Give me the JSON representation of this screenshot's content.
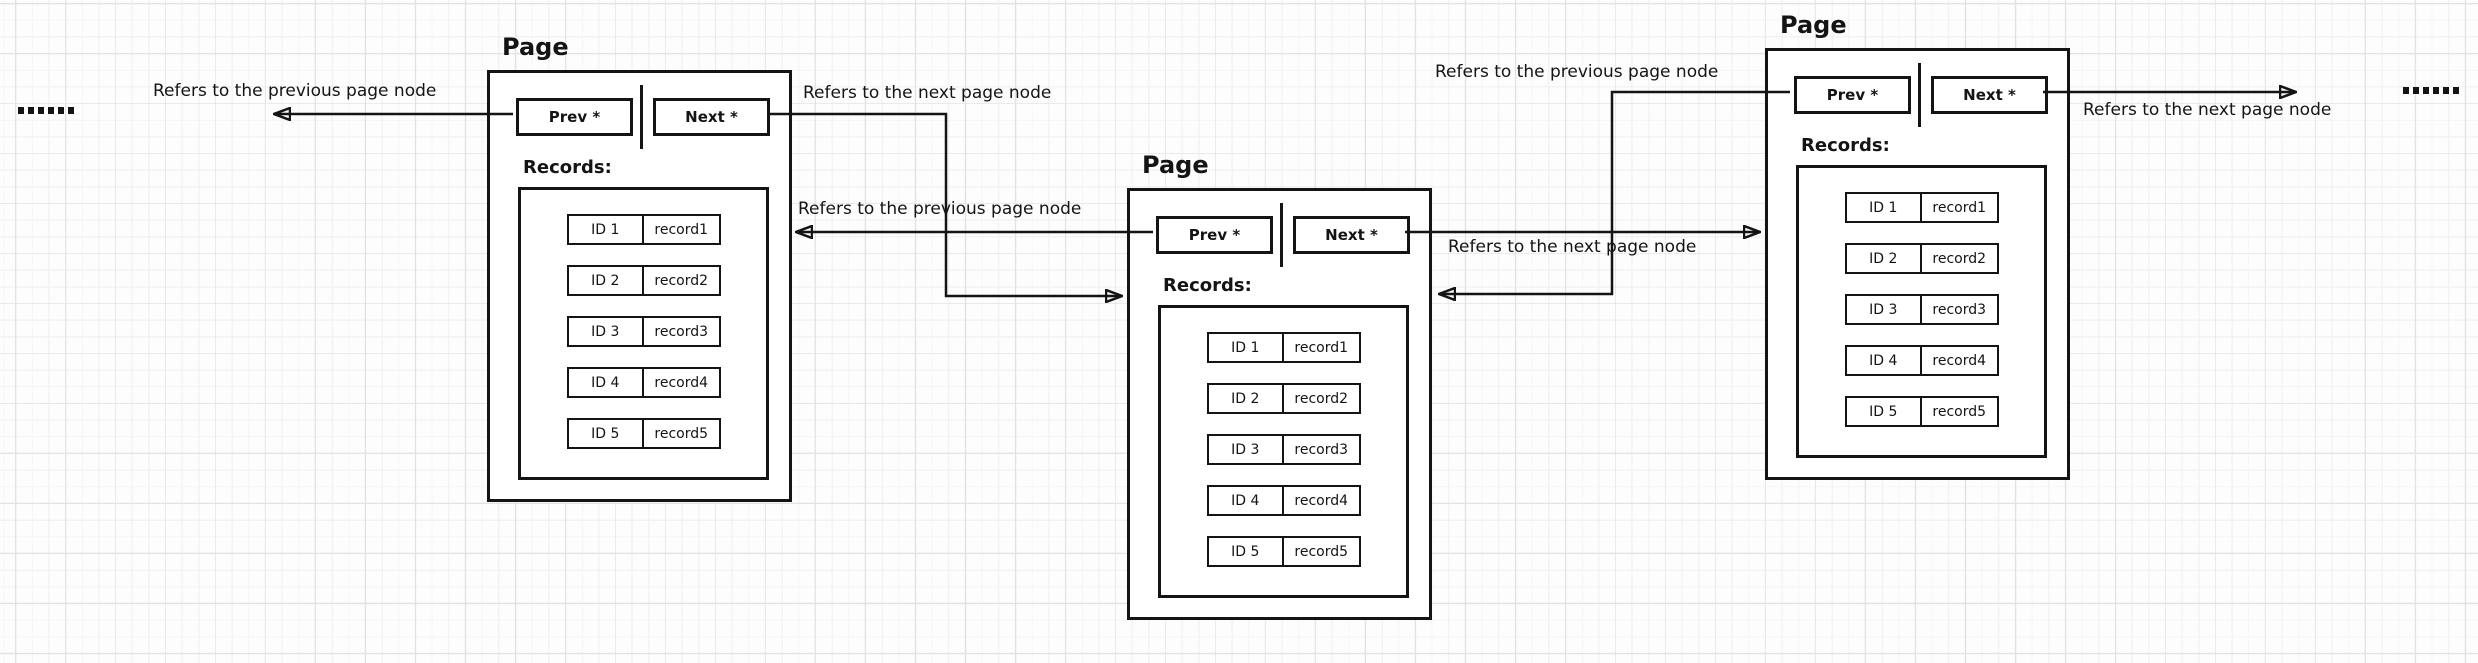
{
  "colors": {
    "ink": "#141414",
    "node_fill": "#ffffff",
    "background": "#fdfdfd",
    "grid_minor": "#f1f1f1",
    "grid_major": "#e2e2e2"
  },
  "pages": [
    {
      "title": "Page",
      "prev_label": "Prev *",
      "next_label": "Next *",
      "records_label": "Records:",
      "records": [
        {
          "id": "ID 1",
          "value": "record1"
        },
        {
          "id": "ID 2",
          "value": "record2"
        },
        {
          "id": "ID 3",
          "value": "record3"
        },
        {
          "id": "ID 4",
          "value": "record4"
        },
        {
          "id": "ID 5",
          "value": "record5"
        }
      ]
    },
    {
      "title": "Page",
      "prev_label": "Prev *",
      "next_label": "Next *",
      "records_label": "Records:",
      "records": [
        {
          "id": "ID 1",
          "value": "record1"
        },
        {
          "id": "ID 2",
          "value": "record2"
        },
        {
          "id": "ID 3",
          "value": "record3"
        },
        {
          "id": "ID 4",
          "value": "record4"
        },
        {
          "id": "ID 5",
          "value": "record5"
        }
      ]
    },
    {
      "title": "Page",
      "prev_label": "Prev *",
      "next_label": "Next *",
      "records_label": "Records:",
      "records": [
        {
          "id": "ID 1",
          "value": "record1"
        },
        {
          "id": "ID 2",
          "value": "record2"
        },
        {
          "id": "ID 3",
          "value": "record3"
        },
        {
          "id": "ID 4",
          "value": "record4"
        },
        {
          "id": "ID 5",
          "value": "record5"
        }
      ]
    }
  ],
  "edge_labels": {
    "far_left_prev": "Refers to the previous page node",
    "left_to_middle_next": "Refers to the next page node",
    "middle_to_left_prev": "Refers to the previous page node",
    "right_to_middle_prev": "Refers to the previous page node",
    "middle_to_right_next": "Refers to the next page node",
    "far_right_next": "Refers to the next page node"
  }
}
